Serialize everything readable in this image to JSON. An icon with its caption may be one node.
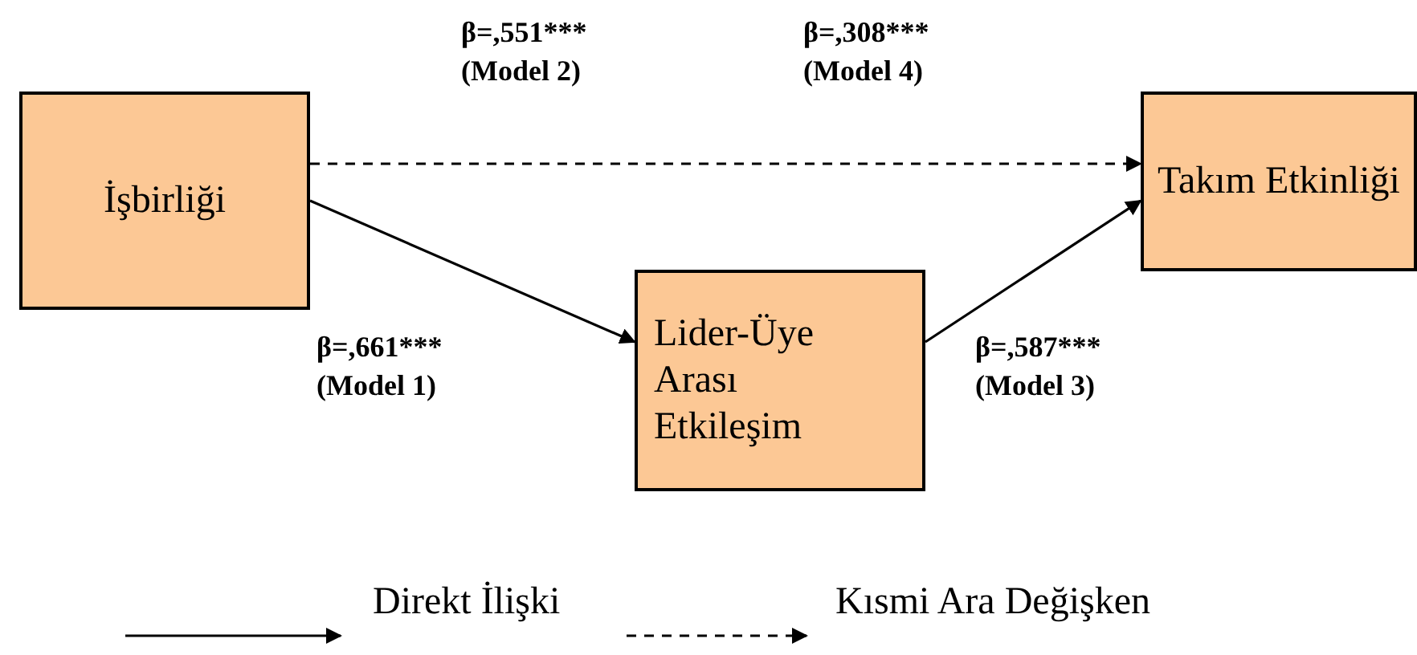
{
  "diagram": {
    "nodes": [
      {
        "text": [
          "İşbirliği"
        ]
      },
      {
        "text": [
          "Takım Etkinliği"
        ]
      },
      {
        "text": [
          "Lider-Üye Arası Etkileşim"
        ]
      }
    ],
    "edges": [
      {
        "from": 0,
        "to": 1,
        "arrow": "to",
        "style": "dashed"
      },
      {
        "from": 0,
        "to": 2,
        "arrow": "to"
      },
      {
        "from": 2,
        "to": 1,
        "arrow": "to"
      }
    ],
    "labels": [
      "β=,551*** (Model 2)",
      "β=,308*** (Model 4)",
      "β=,661*** (Model 1)",
      "β=,587*** (Model 3)"
    ],
    "legend": [
      {
        "text": "Direkt İlişki"
      },
      {
        "text": "Kısmi Ara Değişken"
      }
    ]
  }
}
